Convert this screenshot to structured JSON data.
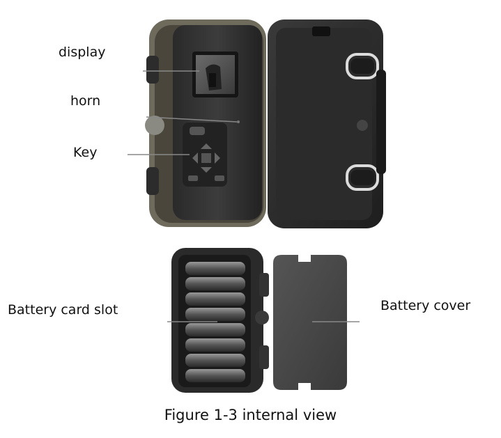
{
  "labels": {
    "display": "display",
    "horn": "horn",
    "key": "Key",
    "battery_slot": "Battery card slot",
    "battery_cover": "Battery cover"
  },
  "caption": "Figure 1-3 internal view"
}
